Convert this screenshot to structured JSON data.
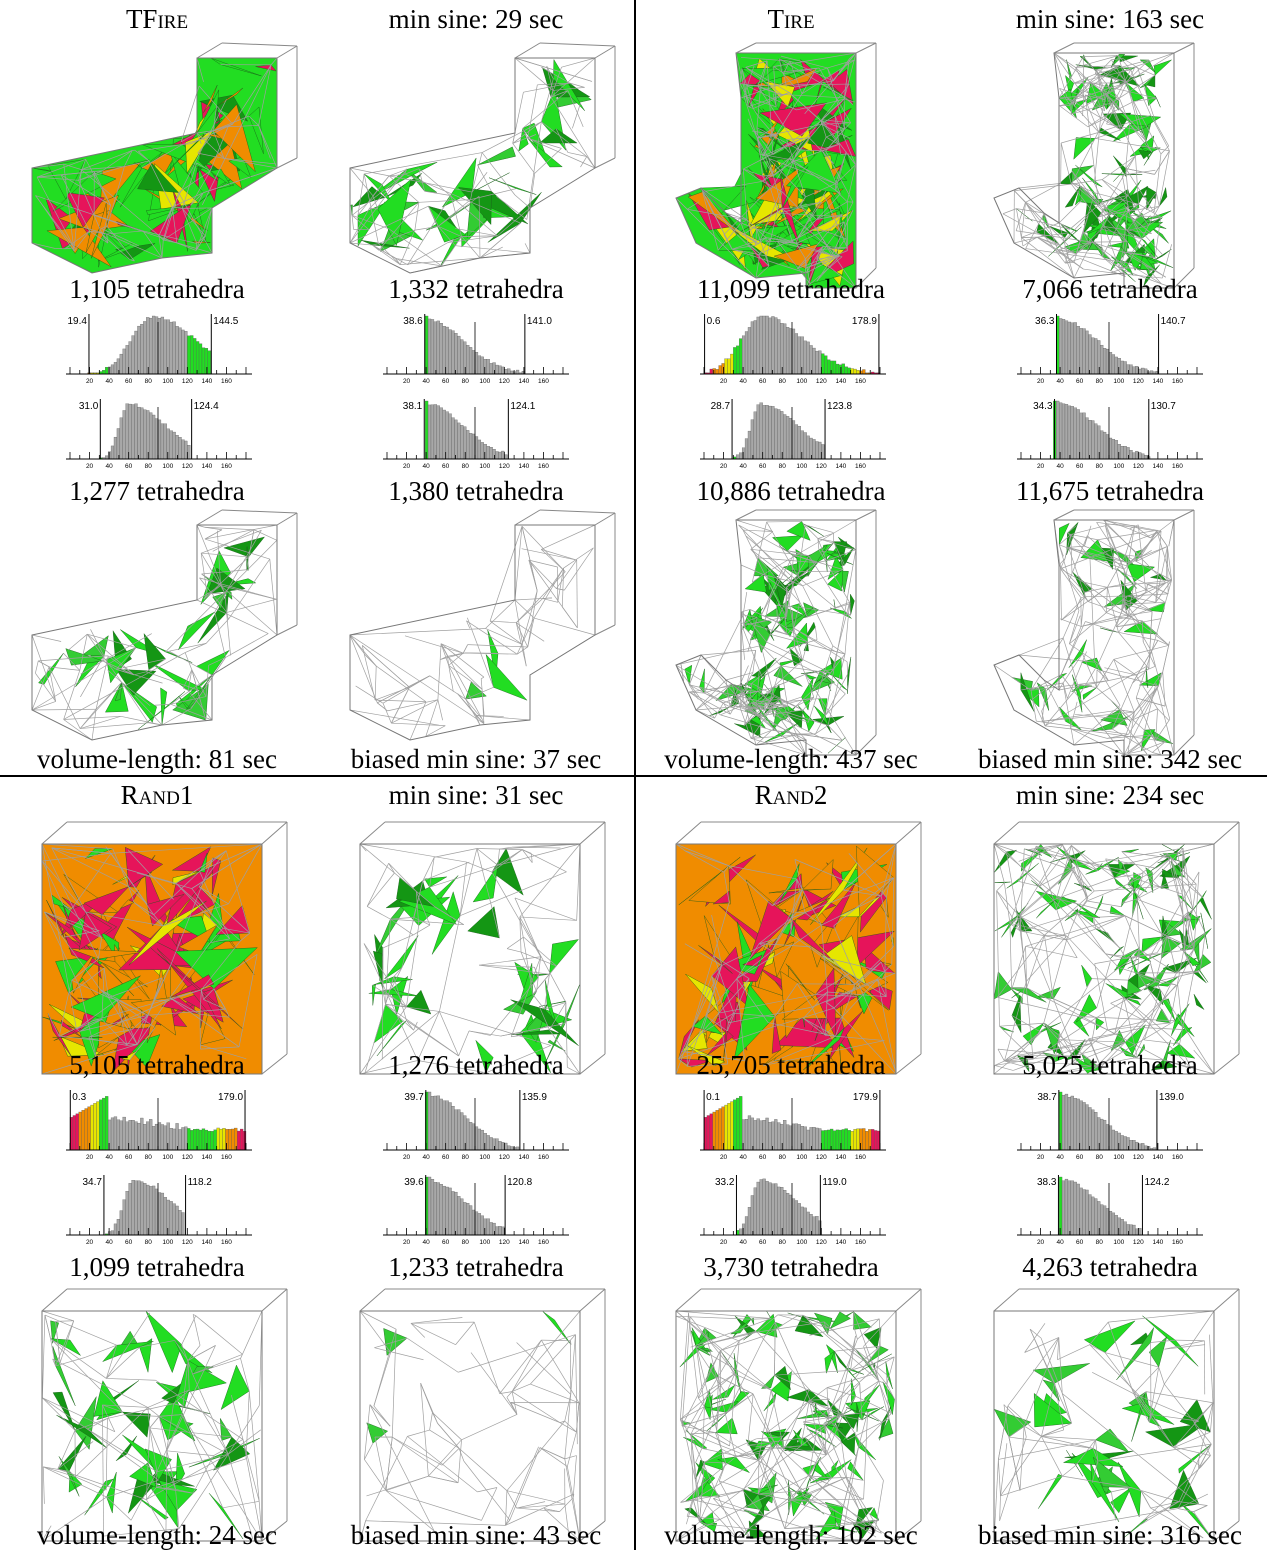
{
  "colors": {
    "green": "#22dd22",
    "dark_green": "#149614",
    "yellow": "#e6e600",
    "orange": "#f08c00",
    "red": "#e6145a",
    "gray_bar": "#a8a8a8",
    "edge": "#a0a0a0"
  },
  "panels": [
    {
      "key": "tfire",
      "name": "TFire",
      "min_sine_label": "min sine: 29 sec",
      "counts": {
        "tl": "1,105 tetrahedra",
        "tr": "1,332 tetrahedra",
        "bl": "1,277 tetrahedra",
        "br": "1,380 tetrahedra"
      },
      "volume_length_label": "volume-length: 81 sec",
      "biased_label": "biased min sine: 37 sec",
      "shape": "tfire",
      "images": {
        "tl": "quality-colored",
        "tr": "green-sparse",
        "bl": "green-sparse",
        "br": "green-very-sparse"
      }
    },
    {
      "key": "tire",
      "name": "Tire",
      "min_sine_label": "min sine: 163 sec",
      "counts": {
        "tl": "11,099 tetrahedra",
        "tr": "7,066 tetrahedra",
        "bl": "10,886 tetrahedra",
        "br": "11,675 tetrahedra"
      },
      "volume_length_label": "volume-length: 437 sec",
      "biased_label": "biased min sine: 342 sec",
      "shape": "tire",
      "images": {
        "tl": "quality-colored",
        "tr": "green-dense",
        "bl": "green-dense",
        "br": "green-sparse"
      }
    },
    {
      "key": "rand1",
      "name": "Rand1",
      "min_sine_label": "min sine: 31 sec",
      "counts": {
        "tl": "5,105 tetrahedra",
        "tr": "1,276 tetrahedra",
        "bl": "1,099 tetrahedra",
        "br": "1,233 tetrahedra"
      },
      "volume_length_label": "volume-length: 24 sec",
      "biased_label": "biased min sine: 43 sec",
      "shape": "cube",
      "images": {
        "tl": "quality-colored",
        "tr": "green-sparse",
        "bl": "green-sparse",
        "br": "green-very-sparse"
      }
    },
    {
      "key": "rand2",
      "name": "Rand2",
      "min_sine_label": "min sine: 234 sec",
      "counts": {
        "tl": "25,705 tetrahedra",
        "tr": "5,025 tetrahedra",
        "bl": "3,730 tetrahedra",
        "br": "4,263 tetrahedra"
      },
      "volume_length_label": "volume-length: 102 sec",
      "biased_label": "biased min sine: 316 sec",
      "shape": "cube",
      "images": {
        "tl": "quality-colored",
        "tr": "green-dense",
        "bl": "green-dense",
        "br": "green-sparse"
      }
    }
  ],
  "histogram_ticks": [
    "20",
    "40",
    "60",
    "80",
    "100",
    "120",
    "140",
    "160"
  ],
  "chart_data": [
    {
      "type": "bar",
      "panel": "TFire",
      "method": "min sine",
      "x_range": [
        0,
        180
      ],
      "min_angle": 19.4,
      "max_angle": 144.5,
      "style": "colored-tails",
      "peak": 85
    },
    {
      "type": "bar",
      "panel": "TFire",
      "method": "min sine (right)",
      "x_range": [
        0,
        180
      ],
      "min_angle": 38.6,
      "max_angle": 141.0,
      "style": "gray",
      "peak": 40
    },
    {
      "type": "bar",
      "panel": "TFire",
      "method": "volume-length",
      "x_range": [
        0,
        180
      ],
      "min_angle": 31.0,
      "max_angle": 124.4,
      "style": "gray",
      "peak": 60
    },
    {
      "type": "bar",
      "panel": "TFire",
      "method": "biased min sine",
      "x_range": [
        0,
        180
      ],
      "min_angle": 38.1,
      "max_angle": 124.1,
      "style": "gray",
      "peak": 40
    },
    {
      "type": "bar",
      "panel": "Tire",
      "method": "min sine",
      "x_range": [
        0,
        180
      ],
      "min_angle": 0.6,
      "max_angle": 178.9,
      "style": "colored-tails",
      "peak": 60
    },
    {
      "type": "bar",
      "panel": "Tire",
      "method": "min sine (right)",
      "x_range": [
        0,
        180
      ],
      "min_angle": 36.3,
      "max_angle": 140.7,
      "style": "gray",
      "peak": 40
    },
    {
      "type": "bar",
      "panel": "Tire",
      "method": "volume-length",
      "x_range": [
        0,
        180
      ],
      "min_angle": 28.7,
      "max_angle": 123.8,
      "style": "gray",
      "peak": 58
    },
    {
      "type": "bar",
      "panel": "Tire",
      "method": "biased min sine",
      "x_range": [
        0,
        180
      ],
      "min_angle": 34.3,
      "max_angle": 130.7,
      "style": "gray",
      "peak": 40
    },
    {
      "type": "bar",
      "panel": "Rand1",
      "method": "min sine",
      "x_range": [
        0,
        180
      ],
      "min_angle": 0.3,
      "max_angle": 179.0,
      "style": "colored-flat",
      "peak": 30
    },
    {
      "type": "bar",
      "panel": "Rand1",
      "method": "min sine (right)",
      "x_range": [
        0,
        180
      ],
      "min_angle": 39.7,
      "max_angle": 135.9,
      "style": "gray",
      "peak": 42
    },
    {
      "type": "bar",
      "panel": "Rand1",
      "method": "volume-length",
      "x_range": [
        0,
        180
      ],
      "min_angle": 34.7,
      "max_angle": 118.2,
      "style": "gray",
      "peak": 65
    },
    {
      "type": "bar",
      "panel": "Rand1",
      "method": "biased min sine",
      "x_range": [
        0,
        180
      ],
      "min_angle": 39.6,
      "max_angle": 120.8,
      "style": "gray",
      "peak": 42
    },
    {
      "type": "bar",
      "panel": "Rand2",
      "method": "min sine",
      "x_range": [
        0,
        180
      ],
      "min_angle": 0.1,
      "max_angle": 179.9,
      "style": "colored-flat",
      "peak": 20
    },
    {
      "type": "bar",
      "panel": "Rand2",
      "method": "min sine (right)",
      "x_range": [
        0,
        180
      ],
      "min_angle": 38.7,
      "max_angle": 139.0,
      "style": "gray",
      "peak": 42
    },
    {
      "type": "bar",
      "panel": "Rand2",
      "method": "volume-length",
      "x_range": [
        0,
        180
      ],
      "min_angle": 33.2,
      "max_angle": 119.0,
      "style": "gray",
      "peak": 58
    },
    {
      "type": "bar",
      "panel": "Rand2",
      "method": "biased min sine",
      "x_range": [
        0,
        180
      ],
      "min_angle": 38.3,
      "max_angle": 124.2,
      "style": "gray",
      "peak": 42
    }
  ]
}
